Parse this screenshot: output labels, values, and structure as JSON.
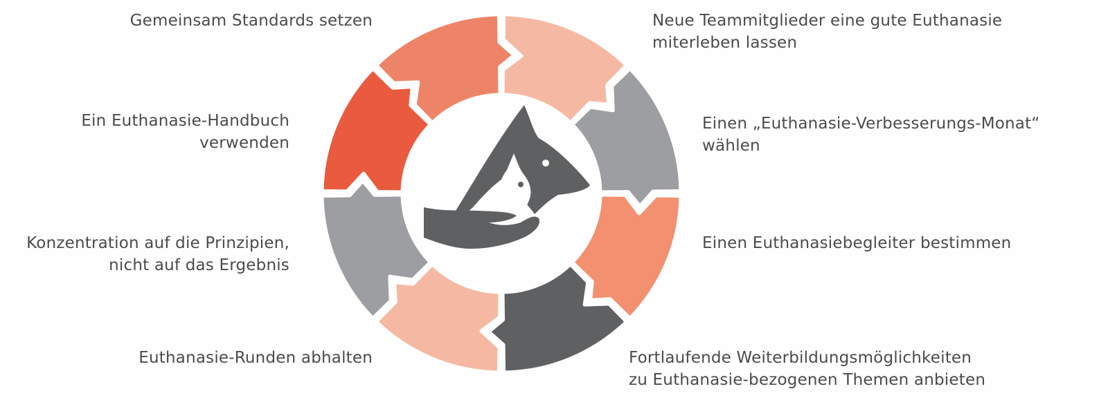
{
  "diagram": {
    "type": "cycle-wheel",
    "segments": [
      {
        "position": "top-right",
        "color": "#F5B9A3"
      },
      {
        "position": "right-upper",
        "color": "#9D9EA2"
      },
      {
        "position": "right-lower",
        "color": "#F29070"
      },
      {
        "position": "bottom-right",
        "color": "#5F6062"
      },
      {
        "position": "bottom-left",
        "color": "#F5B9A3"
      },
      {
        "position": "left-lower",
        "color": "#9D9EA2"
      },
      {
        "position": "left-upper",
        "color": "#EA5A3E"
      },
      {
        "position": "top-left",
        "color": "#EE8467"
      }
    ],
    "center_icon": "hand-holding-dog-and-cat-icon",
    "icon_color": "#5F6062"
  },
  "labels": {
    "top_left": {
      "lines": [
        "Gemeinsam Standards setzen"
      ]
    },
    "upper_left": {
      "lines": [
        "Ein Euthanasie-Handbuch",
        "verwenden"
      ]
    },
    "lower_left": {
      "lines": [
        "Konzentration auf die Prinzipien,",
        "nicht auf das Ergebnis"
      ]
    },
    "bottom_left": {
      "lines": [
        "Euthanasie-Runden abhalten"
      ]
    },
    "top_right": {
      "lines": [
        "Neue Teammitglieder eine gute Euthanasie",
        "miterleben lassen"
      ]
    },
    "upper_right": {
      "lines": [
        "Einen „Euthanasie-Verbesserungs-Monat“",
        "wählen"
      ]
    },
    "lower_right": {
      "lines": [
        "Einen Euthanasiebegleiter bestimmen"
      ]
    },
    "bottom_right": {
      "lines": [
        "Fortlaufende Weiterbildungsmöglichkeiten",
        "zu Euthanasie-bezogenen Themen anbieten"
      ]
    }
  }
}
